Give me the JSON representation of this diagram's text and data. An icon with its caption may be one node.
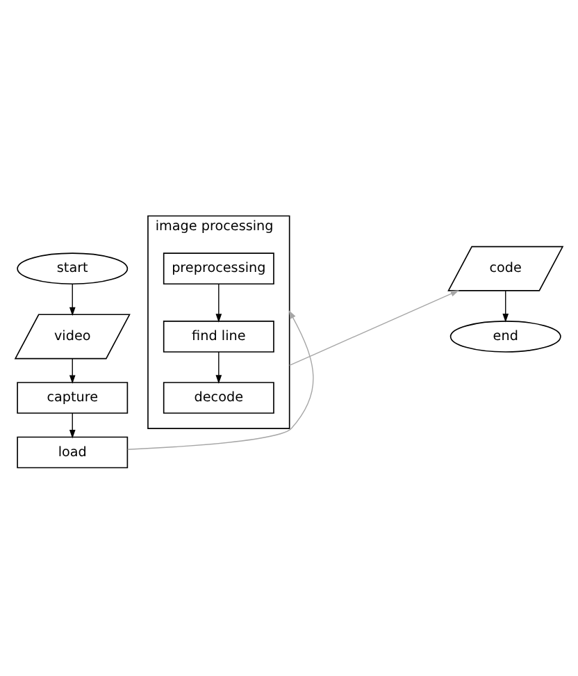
{
  "diagram": {
    "nodes": [
      {
        "text": [
          "start"
        ]
      },
      {
        "text": [
          "video"
        ]
      },
      {
        "text": [
          "capture"
        ]
      },
      {
        "text": [
          "load"
        ]
      },
      {
        "text": [
          "image processing"
        ]
      },
      {
        "text": [
          "preprocessing"
        ],
        "in": 4
      },
      {
        "text": [
          "find line"
        ],
        "in": 4
      },
      {
        "text": [
          "decode"
        ],
        "in": 4
      },
      {
        "text": [
          "code"
        ]
      },
      {
        "text": [
          "end"
        ]
      }
    ],
    "edges": [
      {
        "from": 0,
        "to": 1,
        "arrow": "to"
      },
      {
        "from": 1,
        "to": 2,
        "arrow": "to"
      },
      {
        "from": 2,
        "to": 3,
        "arrow": "to"
      },
      {
        "from": 3,
        "to": 4,
        "arrow": "to",
        "color": "#a6a6a6"
      },
      {
        "from": 5,
        "to": 6,
        "arrow": "to"
      },
      {
        "from": 6,
        "to": 7,
        "arrow": "to"
      },
      {
        "from": 4,
        "to": 8,
        "arrow": "to",
        "color": "#a6a6a6"
      },
      {
        "from": 8,
        "to": 9,
        "arrow": "to"
      }
    ]
  }
}
